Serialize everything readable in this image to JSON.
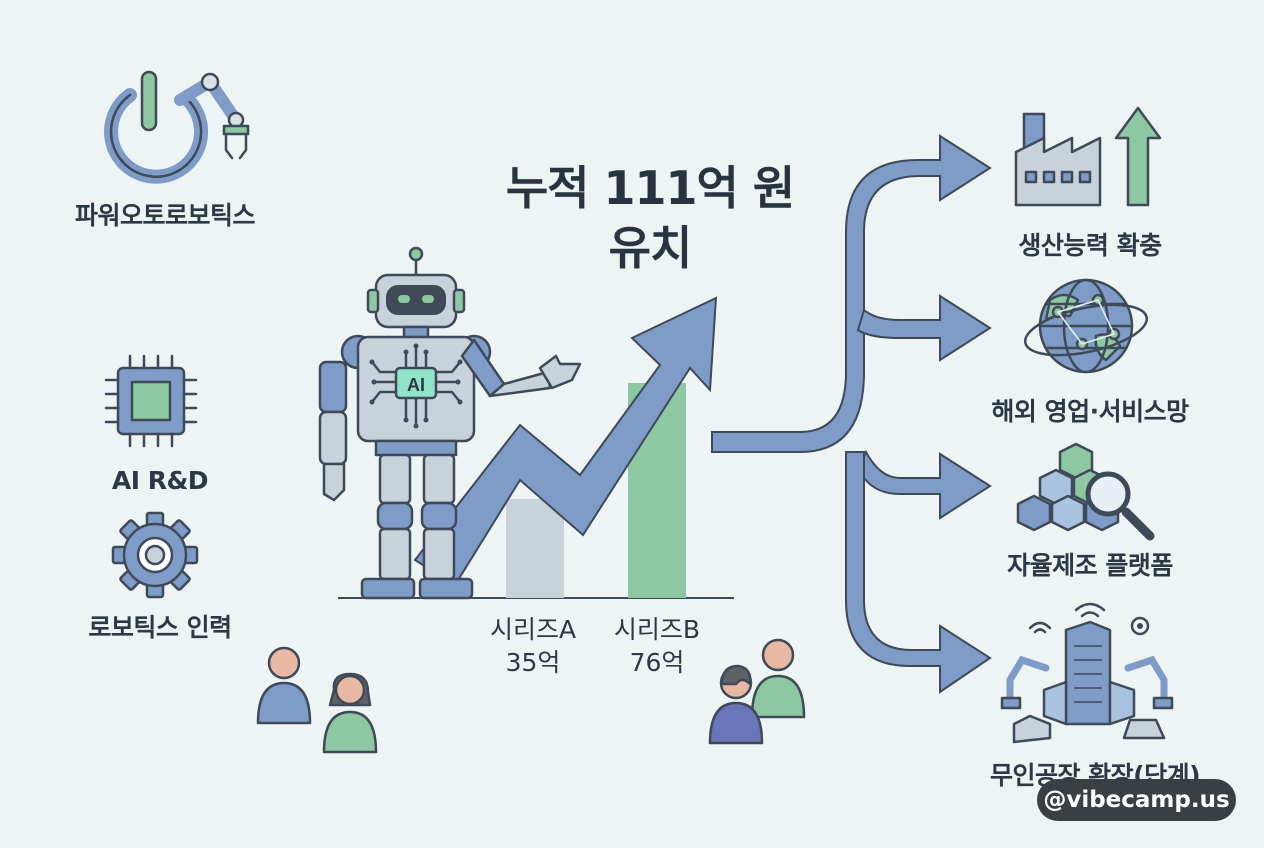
{
  "headline": {
    "line1": "누적 111억 원",
    "line2": "유치"
  },
  "left_items": [
    {
      "label": "파워오토로보틱스",
      "icon": "power-robot-arm-icon"
    },
    {
      "label": "AI R&D",
      "icon": "chip-icon"
    },
    {
      "label": "로보틱스 인력",
      "icon": "gear-icon"
    }
  ],
  "robot": {
    "chest_text": "AI"
  },
  "chart_data": {
    "type": "bar",
    "categories": [
      "시리즈A",
      "시리즈B"
    ],
    "values": [
      35,
      76
    ],
    "value_labels": [
      "35억",
      "76억"
    ],
    "colors": [
      "#c9d2da",
      "#8ec8a3"
    ]
  },
  "right_items": [
    {
      "label": "생산능력 확충",
      "icon": "factory-growth-icon"
    },
    {
      "label": "해외 영업·서비스망",
      "icon": "globe-network-icon"
    },
    {
      "label": "자율제조 플랫폼",
      "icon": "cubes-magnifier-icon"
    },
    {
      "label": "무인공장 확장(단계)",
      "icon": "smart-factory-icon"
    }
  ],
  "watermark": "@vibecamp.us",
  "colors": {
    "background": "#eef3f3",
    "blue": "#7f9cc8",
    "green": "#8ec8a3",
    "outline": "#3f4a59"
  }
}
